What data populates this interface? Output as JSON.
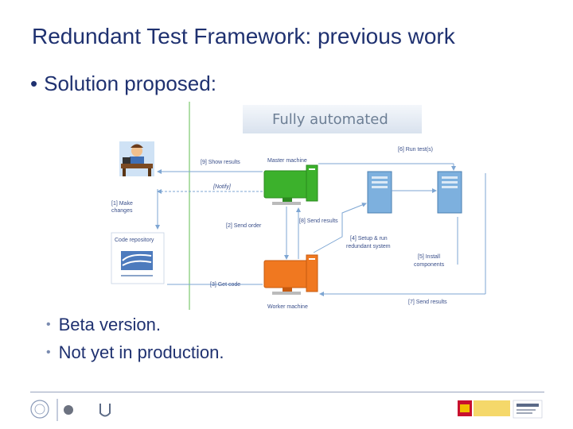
{
  "slide": {
    "title": "Redundant Test Framework: previous work",
    "bullet": "Solution proposed:",
    "sub_bullets": [
      "Beta version.",
      "Not yet in production."
    ]
  },
  "diagram": {
    "banner": "Fully automated",
    "labels": {
      "show_results": "[9] Show results",
      "notify": "[Notify]",
      "make_changes_1": "[1] Make",
      "make_changes_2": "changes",
      "send_order": "[2] Send order",
      "send_results_8": "[8] Send results",
      "get_code": "[3] Get code",
      "run_tests": "[6] Run test(s)",
      "setup_1": "[4] Setup & run",
      "setup_2": "redundant system",
      "install_1": "[5] Install",
      "install_2": "components",
      "send_results_7": "[7] Send results",
      "master": "Master machine",
      "worker": "Worker machine",
      "repo": "Code repository"
    },
    "colors": {
      "master": "#3cb12c",
      "worker": "#f07820",
      "server": "#7db0de",
      "line": "#9ab8d8",
      "green_line": "#7bc96f"
    }
  }
}
